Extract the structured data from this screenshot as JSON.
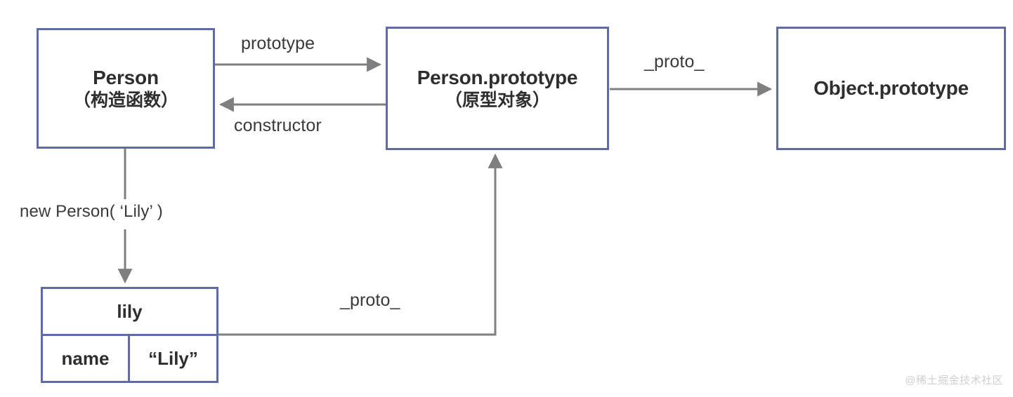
{
  "diagram": {
    "background": "#ffffff",
    "box_border_color": "#5f6aa6",
    "arrow_color": "#7f7f7f",
    "text_color": "#2e2e2e",
    "nodes": [
      {
        "id": "person",
        "title": "Person",
        "subtitle": "（构造函数）"
      },
      {
        "id": "person_proto",
        "title": "Person.prototype",
        "subtitle": "（原型对象）"
      },
      {
        "id": "object_proto",
        "title": "Object.prototype",
        "subtitle": ""
      },
      {
        "id": "lily",
        "title": "lily",
        "key": "name",
        "value": "“Lily”"
      }
    ],
    "edges": [
      {
        "id": "prototype",
        "label": "prototype",
        "from": "person",
        "to": "person_proto",
        "direction": "right"
      },
      {
        "id": "constructor",
        "label": "constructor",
        "from": "person_proto",
        "to": "person",
        "direction": "left"
      },
      {
        "id": "proto_top",
        "label": "_proto_",
        "from": "person_proto",
        "to": "object_proto",
        "direction": "right"
      },
      {
        "id": "new_person",
        "label": "new Person（‘Lily’）",
        "from": "person",
        "to": "lily",
        "direction": "down"
      },
      {
        "id": "proto_bottom",
        "label": "_proto_",
        "from": "lily",
        "to": "person_proto",
        "direction": "up"
      }
    ]
  },
  "labels": {
    "prototype": "prototype",
    "constructor": "constructor",
    "proto_top": "_proto_",
    "new_person": "new Person(  ‘Lily’  )",
    "proto_bottom": "_proto_"
  },
  "watermark": "@稀土掘金技术社区"
}
